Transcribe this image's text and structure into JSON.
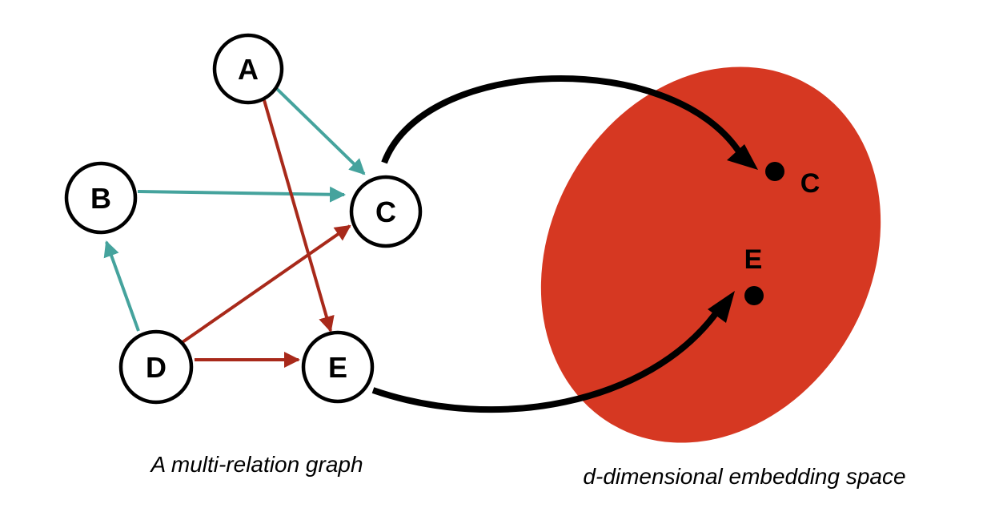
{
  "graph": {
    "caption": "A multi-relation graph",
    "nodes": {
      "A": "A",
      "B": "B",
      "C": "C",
      "D": "D",
      "E": "E"
    }
  },
  "embedding": {
    "caption": "d-dimensional embedding space",
    "points": {
      "C": "C",
      "E": "E"
    }
  },
  "colors": {
    "relation_teal": "#45a39d",
    "relation_red": "#a8291a",
    "embedding_space": "#d63822",
    "mapping_arrow": "#000000"
  }
}
